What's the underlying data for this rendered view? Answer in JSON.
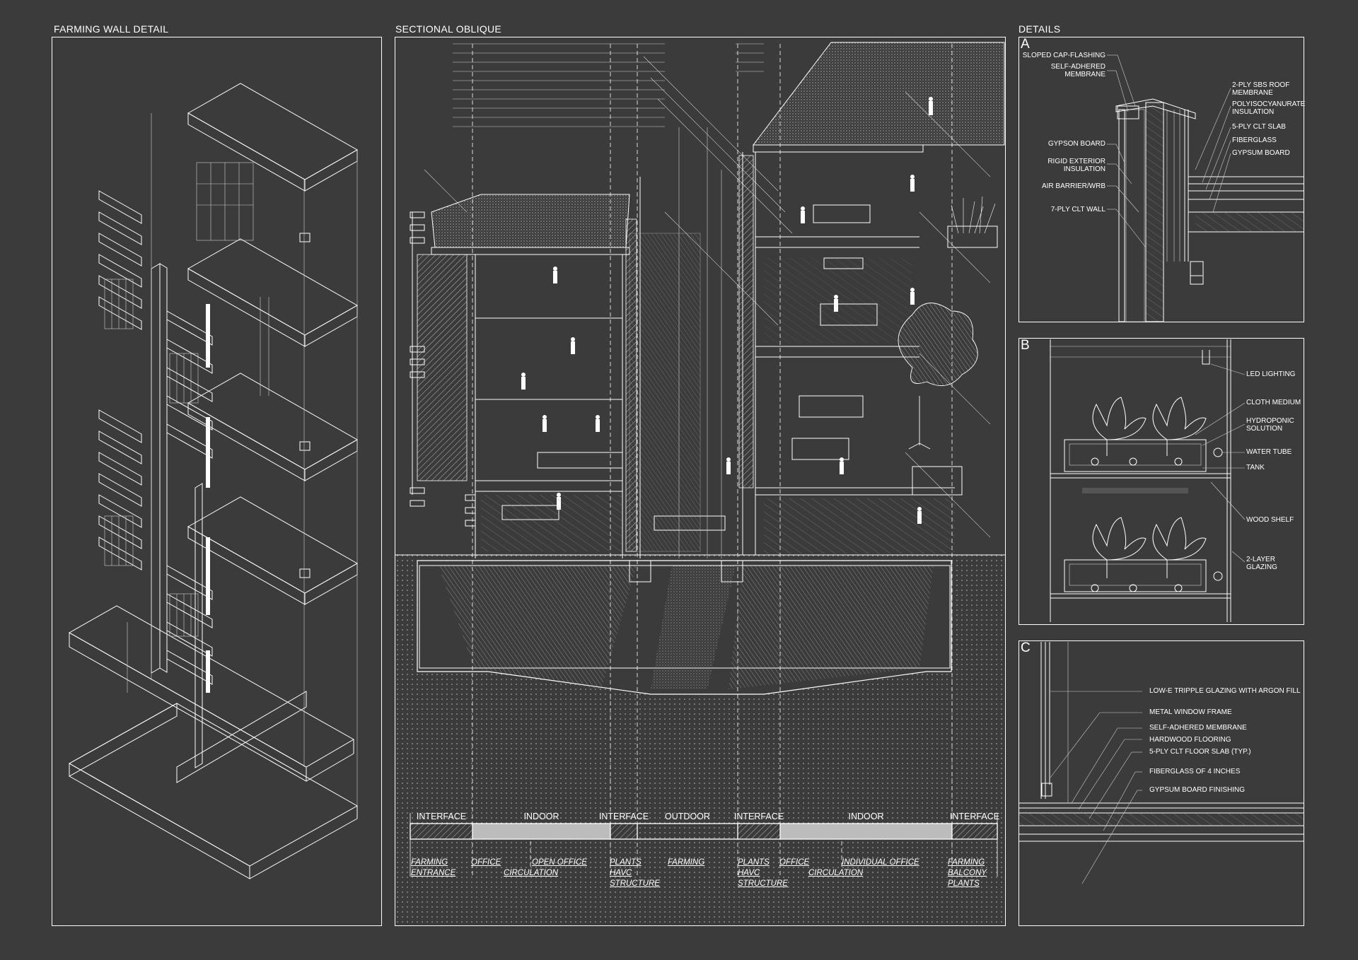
{
  "panels": {
    "left_title": "FARMING WALL DETAIL",
    "center_title": "SECTIONAL OBLIQUE",
    "right_title": "DETAILS"
  },
  "detail_a": {
    "label": "A",
    "notes_left": [
      "SLOPED CAP-FLASHING",
      "SELF-ADHERED MEMBRANE",
      "GYPSON BOARD",
      "RIGID EXTERIOR INSULATION",
      "AIR BARRIER/WRB",
      "7-PLY CLT WALL"
    ],
    "notes_right": [
      "2-PLY SBS ROOF MEMBRANE",
      "POLYISOCYANURATE INSULATION",
      "5-PLY CLT SLAB",
      "FIBERGLASS",
      "GYPSUM BOARD"
    ]
  },
  "detail_b": {
    "label": "B",
    "notes": [
      "LED LIGHTING",
      "CLOTH MEDIUM",
      "HYDROPONIC SOLUTION",
      "WATER TUBE",
      "TANK",
      "WOOD SHELF",
      "2-LAYER GLAZING"
    ]
  },
  "detail_c": {
    "label": "C",
    "notes": [
      "LOW-E TRIPPLE GLAZING WITH ARGON FILL",
      "METAL WINDOW FRAME",
      "SELF-ADHERED MEMBRANE",
      "HARDWOOD FLOORING",
      "5-PLY CLT FLOOR SLAB (TYP.)",
      "FIBERGLASS OF 4 INCHES",
      "GYPSUM BOARD FINISHING"
    ]
  },
  "zones": [
    "INTERFACE",
    "INDOOR",
    "INTERFACE",
    "OUTDOOR",
    "INTERFACE",
    "INDOOR",
    "INTERFACE"
  ],
  "programs": [
    "FARMING ENTRANCE",
    "OFFICE",
    "CIRCULATION",
    "OPEN OFFICE",
    "PLANTS HAVC STRUCTURE",
    "FARMING",
    "PLANTS HAVC STRUCTURE",
    "OFFICE",
    "CIRCULATION",
    "INDIVIDUAL OFFICE",
    "FARMING BALCONY PLANTS"
  ]
}
